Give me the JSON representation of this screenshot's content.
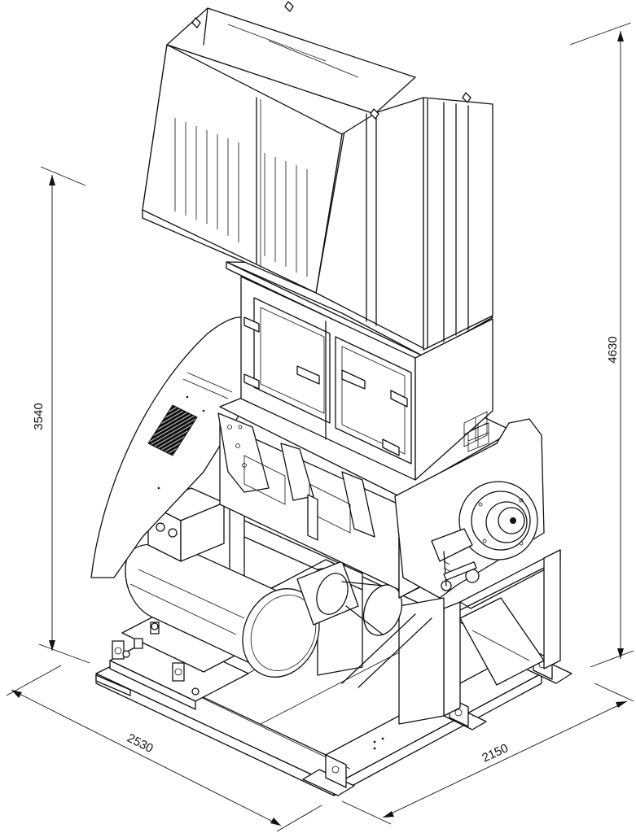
{
  "dimensions": {
    "overall_height": "4630",
    "body_height": "3540",
    "length": "2530",
    "width": "2150"
  },
  "colors": {
    "line": "#111111",
    "background": "#ffffff"
  }
}
